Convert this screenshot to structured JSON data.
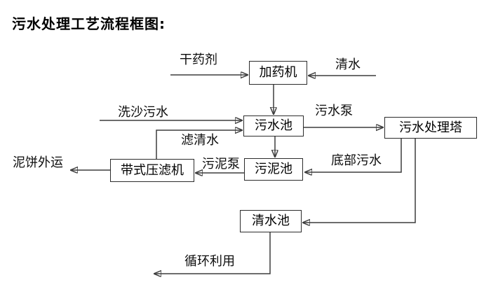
{
  "title": "污水处理工艺流程框图:",
  "diagram": {
    "type": "flowchart",
    "colors": {
      "background": "#ffffff",
      "line": "#3d3d3d",
      "box_border": "#2c2c2c",
      "text": "#000000"
    },
    "nodes": [
      {
        "id": "dosing-machine",
        "label": "加药机"
      },
      {
        "id": "sewage-pool",
        "label": "污水池"
      },
      {
        "id": "sewage-treatment-tower",
        "label": "污水处理塔"
      },
      {
        "id": "sludge-pool",
        "label": "污泥池"
      },
      {
        "id": "belt-filter-press",
        "label": "带式压滤机"
      },
      {
        "id": "clean-water-pool",
        "label": "清水池"
      }
    ],
    "edge_labels": [
      {
        "id": "dry-chemical",
        "label": "干药剂"
      },
      {
        "id": "clean-water",
        "label": "清水"
      },
      {
        "id": "sand-washing-sewage",
        "label": "洗沙污水"
      },
      {
        "id": "filtered-water",
        "label": "滤清水"
      },
      {
        "id": "sewage-pump",
        "label": "污水泵"
      },
      {
        "id": "bottom-sewage",
        "label": "底部污水"
      },
      {
        "id": "sludge-pump",
        "label": "污泥泵"
      },
      {
        "id": "mud-cake-out",
        "label": "泥饼外运"
      },
      {
        "id": "recycle-use",
        "label": "循环利用"
      }
    ],
    "edges": [
      {
        "from": "dry-chemical-source",
        "to": "dosing-machine",
        "label": "干药剂"
      },
      {
        "from": "clean-water-source",
        "to": "dosing-machine",
        "label": "清水"
      },
      {
        "from": "dosing-machine",
        "to": "sewage-pool",
        "label": ""
      },
      {
        "from": "sand-washing-source",
        "to": "sewage-pool",
        "label": "洗沙污水"
      },
      {
        "from": "belt-filter-press",
        "to": "sewage-pool",
        "label": "滤清水"
      },
      {
        "from": "sewage-pool",
        "to": "sewage-treatment-tower",
        "label": "污水泵"
      },
      {
        "from": "sewage-pool",
        "to": "sludge-pool",
        "label": ""
      },
      {
        "from": "sewage-treatment-tower",
        "to": "sludge-pool",
        "label": "底部污水"
      },
      {
        "from": "sludge-pool",
        "to": "belt-filter-press",
        "label": "污泥泵"
      },
      {
        "from": "belt-filter-press",
        "to": "mud-cake-out",
        "label": "泥饼外运"
      },
      {
        "from": "sewage-treatment-tower",
        "to": "clean-water-pool",
        "label": ""
      },
      {
        "from": "clean-water-pool",
        "to": "recycle-use",
        "label": "循环利用"
      }
    ]
  }
}
